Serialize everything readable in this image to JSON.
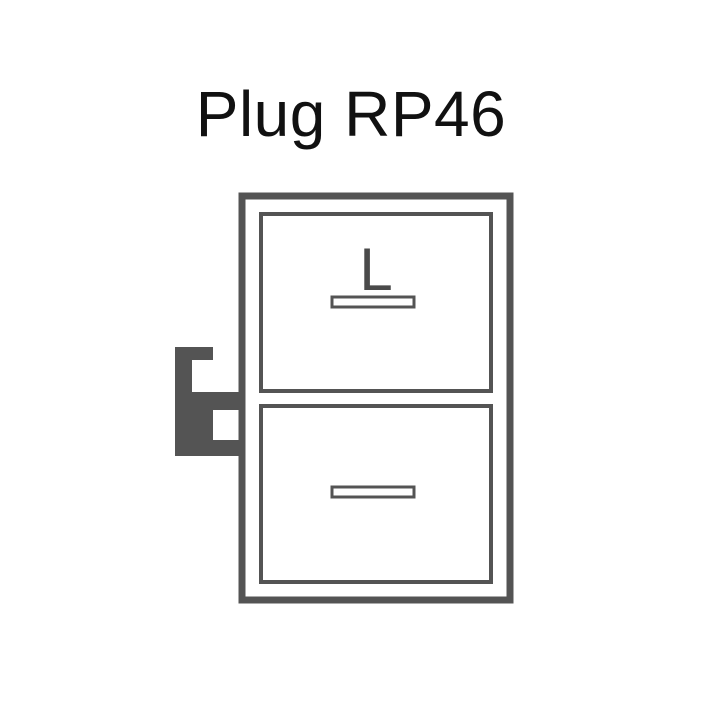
{
  "title": "Plug RP46",
  "drawers": [
    {
      "position": "top",
      "label": "L"
    },
    {
      "position": "bottom",
      "label": ""
    }
  ],
  "colors": {
    "line": "#545454",
    "text": "#111111",
    "background": "#ffffff"
  },
  "icons": [
    "filing-cabinet-icon",
    "plug-bracket-icon",
    "drawer-handle-icon"
  ]
}
